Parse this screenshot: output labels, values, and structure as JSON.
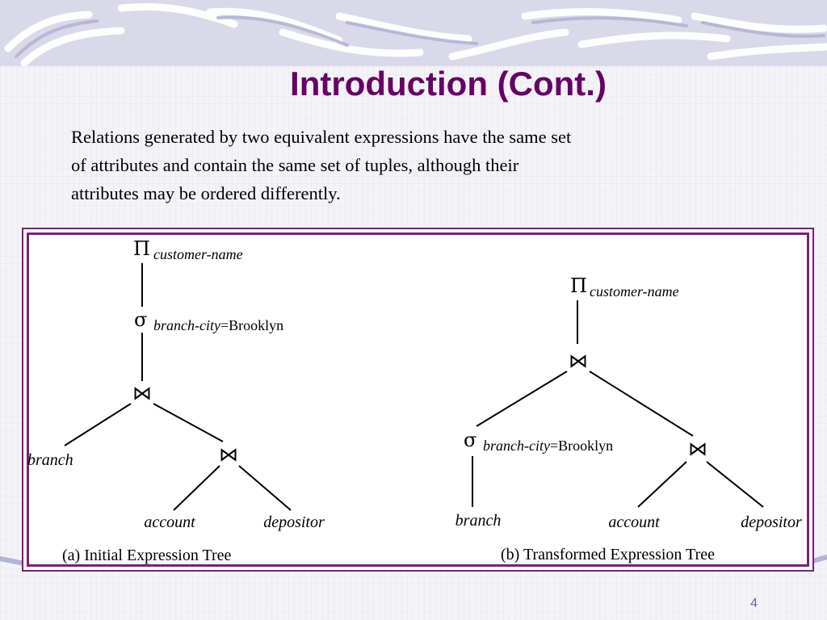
{
  "slide": {
    "title": "Introduction (Cont.)",
    "body_lines": [
      "Relations generated by two equivalent expressions have the same set",
      "of attributes and contain the same set of tuples, although their",
      "attributes may be ordered differently."
    ],
    "page_number": "4"
  },
  "tree_a": {
    "projection_symbol": "Π",
    "projection_attr": "customer-name",
    "selection_symbol": "σ",
    "selection_attr": "branch-city",
    "selection_value": "=Brooklyn",
    "join_symbol": "⋈",
    "leaf_branch": "branch",
    "leaf_account": "account",
    "leaf_depositor": "depositor",
    "caption": "(a) Initial Expression Tree"
  },
  "tree_b": {
    "projection_symbol": "Π",
    "projection_attr": "customer-name",
    "selection_symbol": "σ",
    "selection_attr": "branch-city",
    "selection_value": "=Brooklyn",
    "join_symbol": "⋈",
    "leaf_branch": "branch",
    "leaf_account": "account",
    "leaf_depositor": "depositor",
    "caption": "(b) Transformed Expression Tree"
  },
  "colors": {
    "title": "#660066",
    "frame": "#7a1f7a",
    "banner_stroke": "#c8c8e0",
    "page_number": "#666699"
  }
}
